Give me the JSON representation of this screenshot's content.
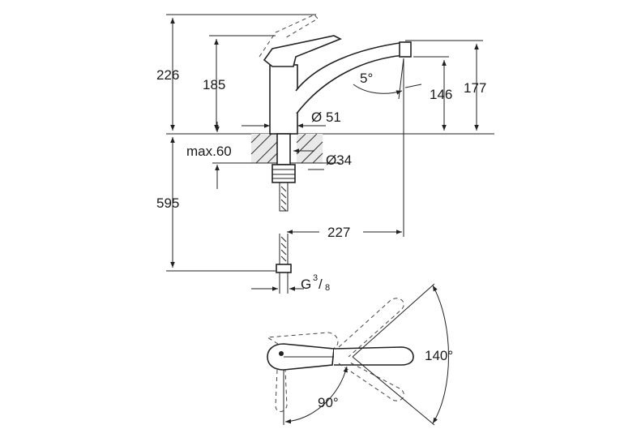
{
  "dimensions": {
    "total_height": "226",
    "spout_height": "185",
    "max_height": "177",
    "outlet_height": "146",
    "angle_spout": "5°",
    "body_diameter": "Ø 51",
    "mount_thickness": "max.60",
    "hole_diameter": "Ø34",
    "under_counter": "595",
    "reach": "227",
    "connection_base": "G",
    "connection_num": "3",
    "connection_den": "8",
    "swivel_angle": "140°",
    "lever_angle": "90°"
  }
}
